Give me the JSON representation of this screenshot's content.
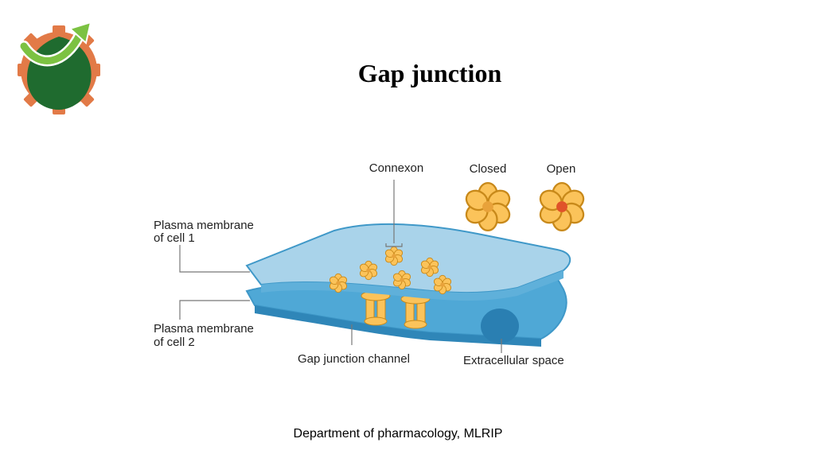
{
  "slide": {
    "title": "Gap junction",
    "footer": "Department of pharmacology, MLRIP"
  },
  "diagram": {
    "labels": {
      "connexon": "Connexon",
      "closed": "Closed",
      "open": "Open",
      "membrane1_line1": "Plasma membrane",
      "membrane1_line2": "of cell 1",
      "membrane2_line1": "Plasma membrane",
      "membrane2_line2": "of cell 2",
      "channel": "Gap junction channel",
      "extracellular": "Extracellular space"
    },
    "colors": {
      "membrane_top": "#a9d3ea",
      "membrane_edge": "#3f98c8",
      "membrane_bottom": "#4fa8d6",
      "connexin": "#fbc35a",
      "connexin_stroke": "#c8891a",
      "pore_open": "#e0522a"
    }
  },
  "logo": {
    "colors": {
      "gear": "#e27a47",
      "leaf": "#1f6b2f",
      "arrow": "#7cc242"
    }
  }
}
